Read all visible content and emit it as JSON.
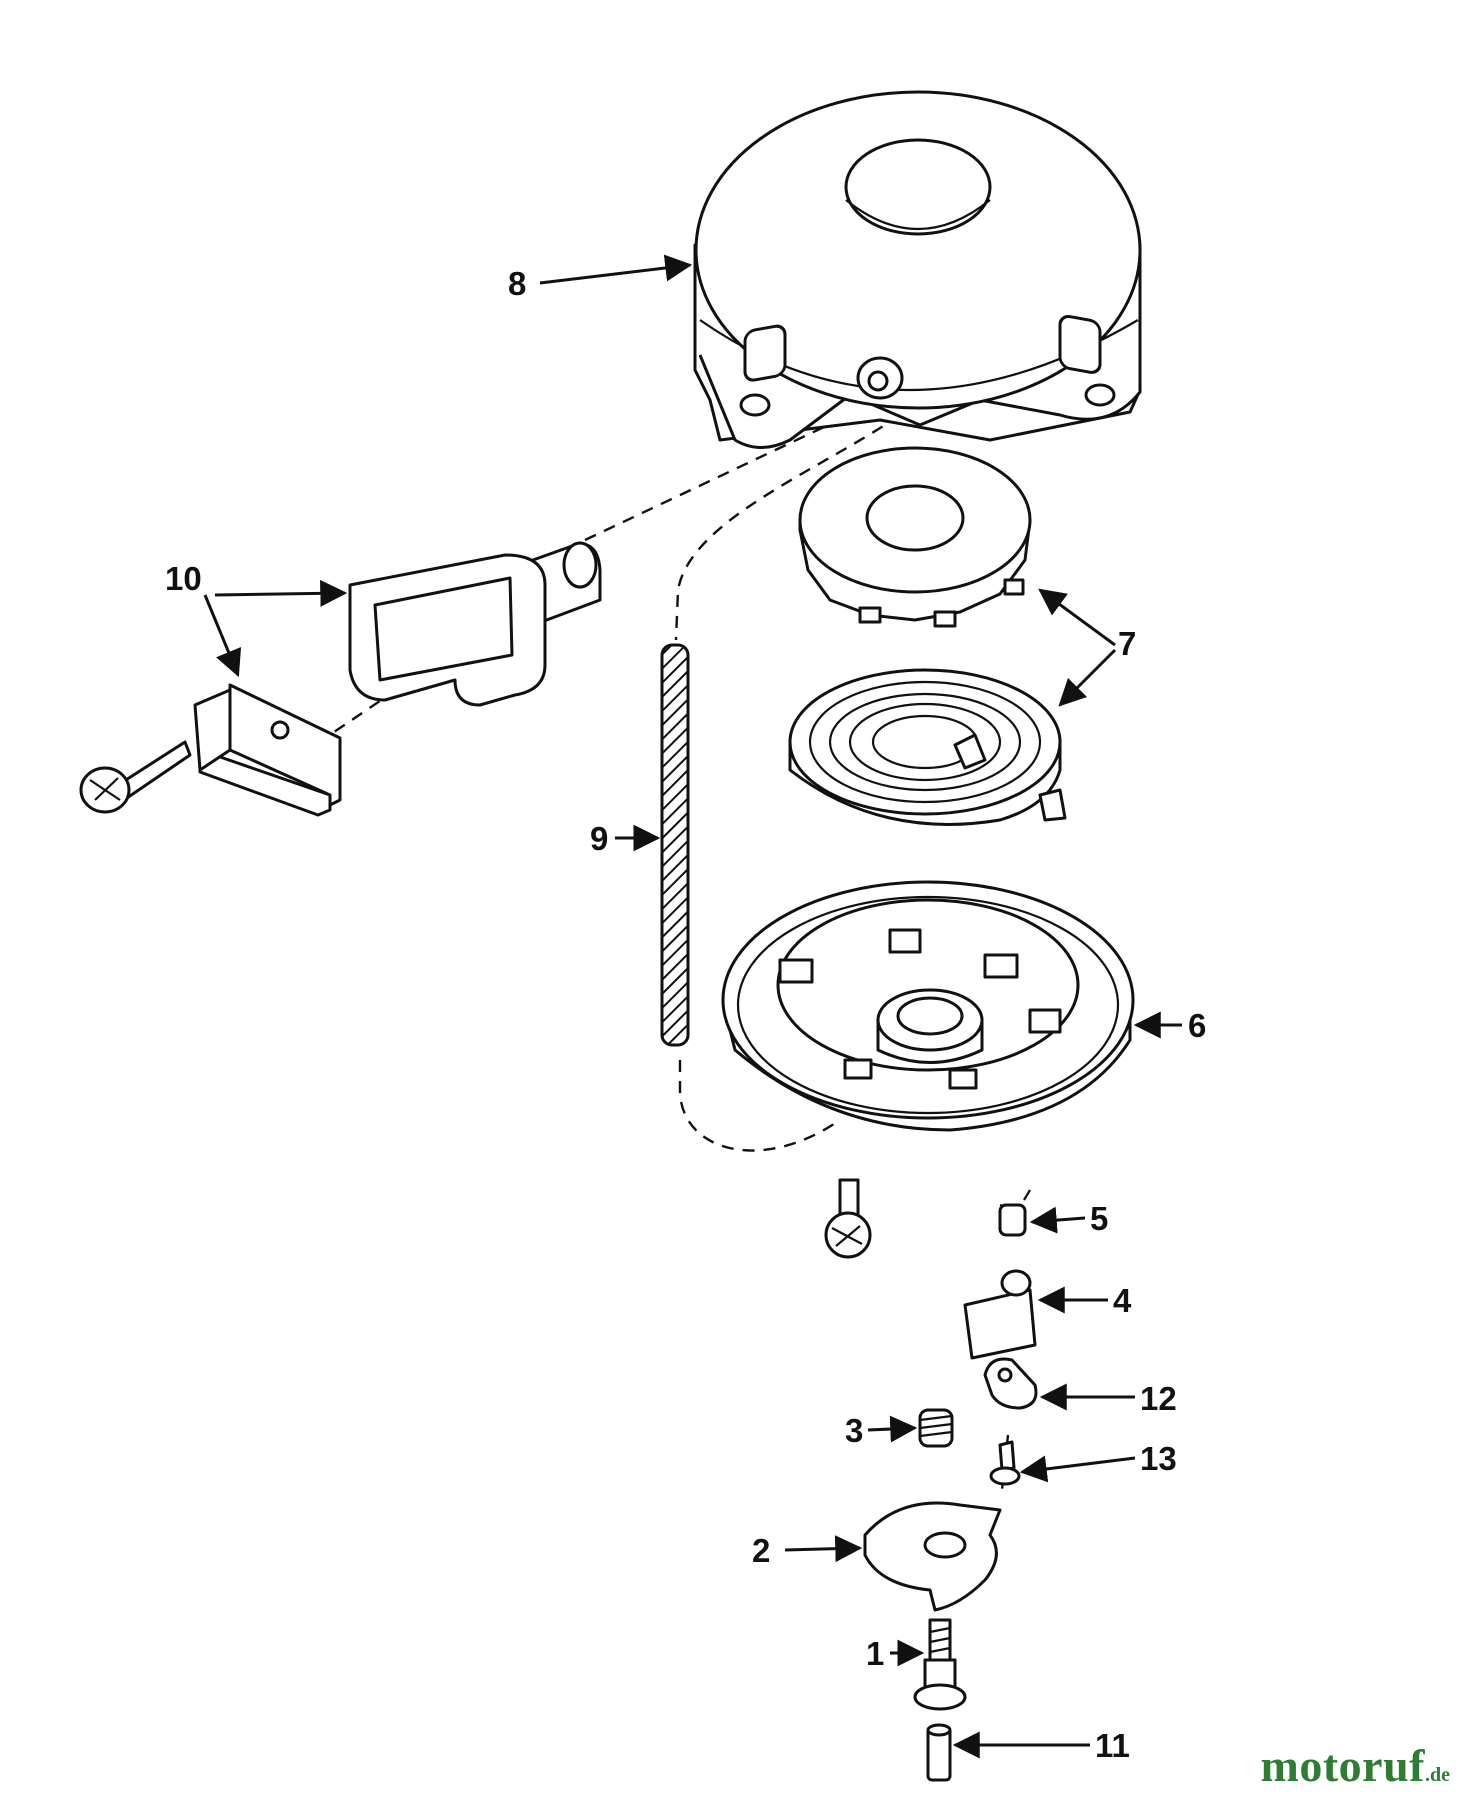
{
  "diagram": {
    "callouts": {
      "p1": "1",
      "p2": "2",
      "p3": "3",
      "p4": "4",
      "p5": "5",
      "p6": "6",
      "p7": "7",
      "p8": "8",
      "p9": "9",
      "p10": "10",
      "p11": "11",
      "p12": "12",
      "p13": "13"
    },
    "colors": {
      "line": "#111111",
      "background": "#ffffff",
      "watermark": "#2e7d32"
    }
  },
  "watermark": {
    "main": "motoruf",
    "tld": ".de"
  }
}
